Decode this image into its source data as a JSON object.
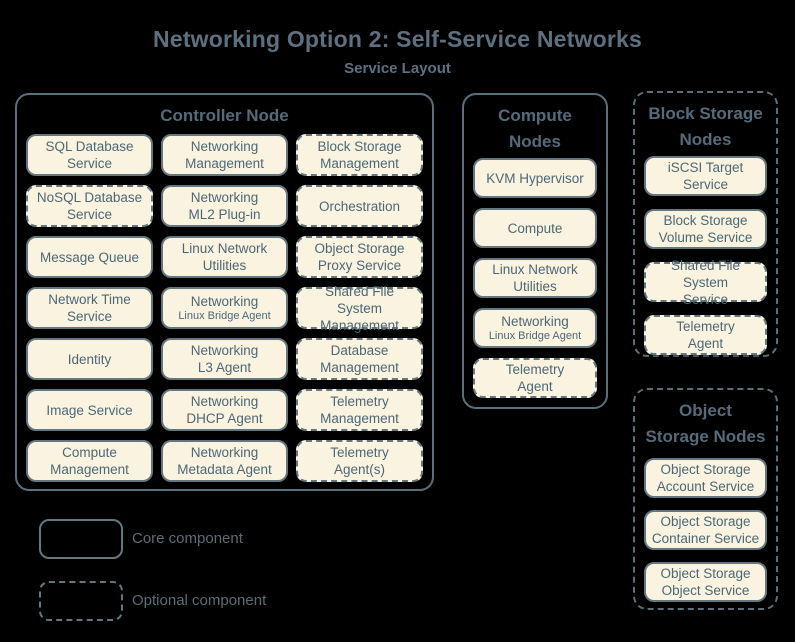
{
  "title": "Networking Option 2: Self-Service Networks",
  "subtitle": "Service Layout",
  "colors": {
    "background": "#000000",
    "box_fill": "#f9f3e0",
    "box_border": "#64767f",
    "box_text": "#4c6877",
    "heading_text": "#546b7a",
    "title_text": "#5c7080"
  },
  "controller": {
    "title": "Controller Node",
    "boxes": [
      {
        "label": "SQL Database\nService",
        "style": "core"
      },
      {
        "label": "Networking\nManagement",
        "style": "core"
      },
      {
        "label": "Block Storage\nManagement",
        "style": "optional"
      },
      {
        "label": "NoSQL Database\nService",
        "style": "optional"
      },
      {
        "label": "Networking\nML2 Plug-in",
        "style": "core"
      },
      {
        "label": "Orchestration",
        "style": "optional"
      },
      {
        "label": "Message Queue",
        "style": "core"
      },
      {
        "label": "Linux Network\nUtilities",
        "style": "core"
      },
      {
        "label": "Object Storage\nProxy Service",
        "style": "optional"
      },
      {
        "label": "Network Time\nService",
        "style": "core"
      },
      {
        "label": "Networking",
        "sublabel": "Linux Bridge Agent",
        "style": "core"
      },
      {
        "label": "Shared File System\nManagement",
        "style": "optional"
      },
      {
        "label": "Identity",
        "style": "core"
      },
      {
        "label": "Networking\nL3 Agent",
        "style": "core"
      },
      {
        "label": "Database\nManagement",
        "style": "optional"
      },
      {
        "label": "Image Service",
        "style": "core"
      },
      {
        "label": "Networking\nDHCP Agent",
        "style": "core"
      },
      {
        "label": "Telemetry\nManagement",
        "style": "optional"
      },
      {
        "label": "Compute\nManagement",
        "style": "core"
      },
      {
        "label": "Networking\nMetadata Agent",
        "style": "core"
      },
      {
        "label": "Telemetry\nAgent(s)",
        "style": "optional"
      }
    ]
  },
  "compute": {
    "title": "Compute\nNodes",
    "boxes": [
      {
        "label": "KVM Hypervisor",
        "style": "core"
      },
      {
        "label": "Compute",
        "style": "core"
      },
      {
        "label": "Linux Network\nUtilities",
        "style": "core"
      },
      {
        "label": "Networking",
        "sublabel": "Linux Bridge Agent",
        "style": "core"
      },
      {
        "label": "Telemetry\nAgent",
        "style": "optional"
      }
    ]
  },
  "block_storage": {
    "title": "Block Storage\nNodes",
    "boxes": [
      {
        "label": "iSCSI Target\nService",
        "style": "core"
      },
      {
        "label": "Block Storage\nVolume Service",
        "style": "core"
      },
      {
        "label": "Shared File System\nService",
        "style": "optional"
      },
      {
        "label": "Telemetry\nAgent",
        "style": "optional"
      }
    ]
  },
  "object_storage": {
    "title": "Object\nStorage Nodes",
    "boxes": [
      {
        "label": "Object Storage\nAccount Service",
        "style": "core"
      },
      {
        "label": "Object Storage\nContainer Service",
        "style": "core"
      },
      {
        "label": "Object Storage\nObject Service",
        "style": "core"
      }
    ]
  },
  "legend": {
    "core": "Core component",
    "optional": "Optional component"
  }
}
